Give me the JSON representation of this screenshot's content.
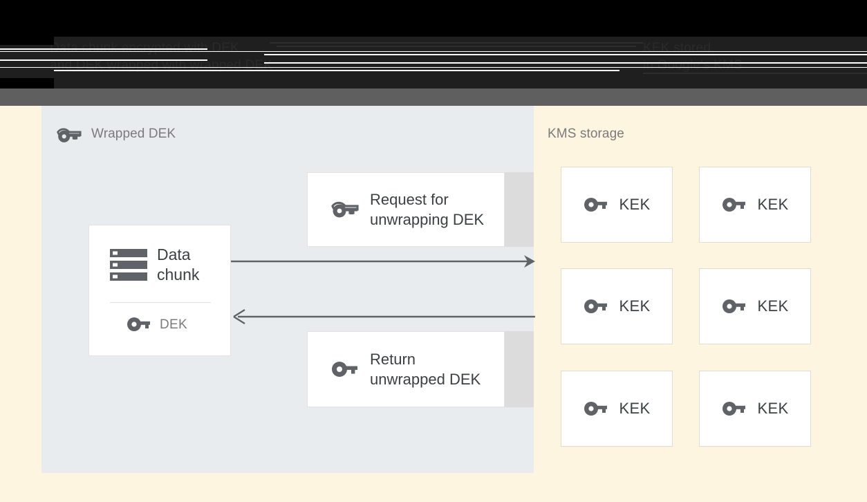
{
  "header": {
    "obscured_left_text": "Data chunk encrypted with DEK\nand DEK wrapped with wrapped DEK",
    "obscured_right_text": "KEK stored\nin Google's KMS",
    "note": "header text is rendered dark-on-dark and largely illegible"
  },
  "left_panel": {
    "title": "Wrapped DEK",
    "icon": "wrapped-key-icon",
    "background_color": "#e8ecef",
    "data_card": {
      "icon": "data-chunk-icon",
      "label": "Data\nchunk",
      "key_icon": "key-icon",
      "key_label": "DEK"
    },
    "messages": [
      {
        "id": "request",
        "icon": "wrapped-key-icon",
        "label": "Request for\nunwrapping DEK"
      },
      {
        "id": "return",
        "icon": "key-icon",
        "label": "Return\nunwrapped DEK"
      }
    ],
    "arrows": [
      {
        "id": "arrow-request",
        "direction": "right"
      },
      {
        "id": "arrow-return",
        "direction": "left"
      }
    ]
  },
  "right_panel": {
    "title": "KMS storage",
    "background_color": "#fdf5e0",
    "keys": [
      {
        "icon": "key-icon",
        "label": "KEK"
      },
      {
        "icon": "key-icon",
        "label": "KEK"
      },
      {
        "icon": "key-icon",
        "label": "KEK"
      },
      {
        "icon": "key-icon",
        "label": "KEK"
      },
      {
        "icon": "key-icon",
        "label": "KEK"
      },
      {
        "icon": "key-icon",
        "label": "KEK"
      }
    ]
  },
  "colors": {
    "panel_gray": "#e8ecef",
    "cream": "#fdf5e0",
    "card_white": "#ffffff",
    "icon_gray": "#5f6368",
    "text_dark": "#3c4043",
    "text_muted": "#7b7b7b",
    "shadow_gray": "#dcdcdc",
    "chrome_gray": "#5f5f5f"
  }
}
